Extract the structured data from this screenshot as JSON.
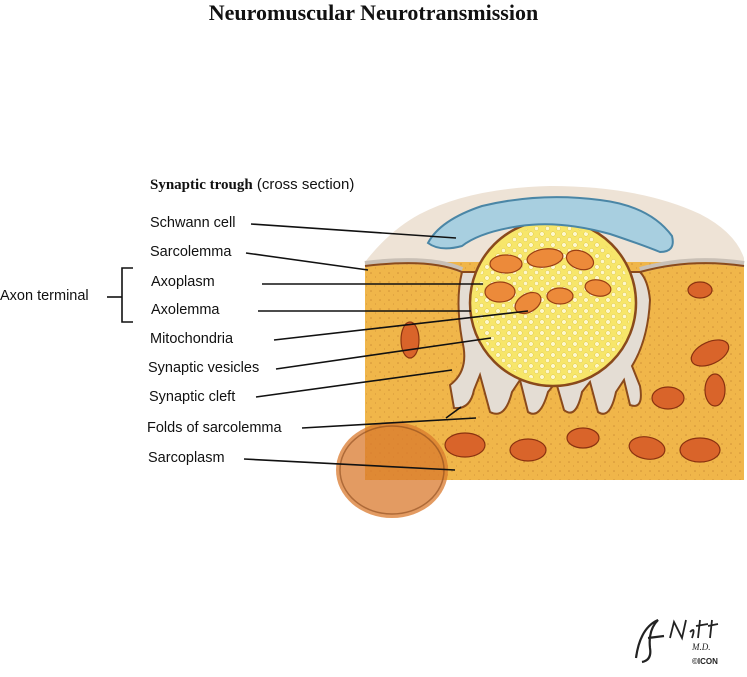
{
  "title": "Neuromuscular Neurotransmission",
  "subtitle": {
    "bold": "Synaptic trough",
    "rest": " (cross section)"
  },
  "group_label": "Axon terminal",
  "labels": {
    "schwann_cell": "Schwann cell",
    "sarcolemma": "Sarcolemma",
    "axoplasm": "Axoplasm",
    "axolemma": "Axolemma",
    "mitochondria": "Mitochondria",
    "synaptic_vesicles": "Synaptic vesicles",
    "synaptic_cleft": "Synaptic cleft",
    "folds_of_sarcolemma": "Folds of sarcolemma",
    "sarcoplasm": "Sarcoplasm"
  },
  "signature": {
    "name": "F. Netter",
    "credential": "M.D.",
    "mark": "ICON"
  },
  "colors": {
    "muscle": "#f0b64a",
    "schwann": "#a8cfe0",
    "axon": "#f7e66a",
    "membrane": "#8a4a1c",
    "mitochondria": "#d9642a"
  }
}
